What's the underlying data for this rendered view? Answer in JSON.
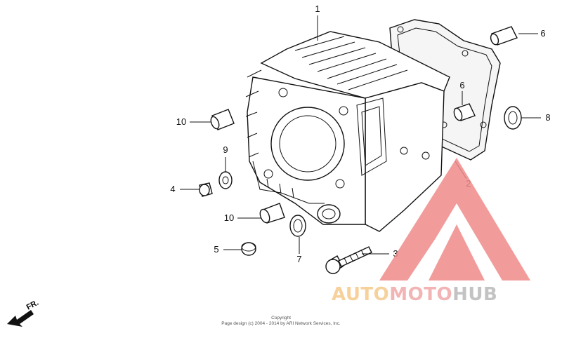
{
  "callouts": [
    {
      "id": "c1",
      "label": "1"
    },
    {
      "id": "c2",
      "label": "2"
    },
    {
      "id": "c3",
      "label": "3"
    },
    {
      "id": "c4",
      "label": "4"
    },
    {
      "id": "c5",
      "label": "5"
    },
    {
      "id": "c6a",
      "label": "6"
    },
    {
      "id": "c6b",
      "label": "6"
    },
    {
      "id": "c7",
      "label": "7"
    },
    {
      "id": "c8",
      "label": "8"
    },
    {
      "id": "c9",
      "label": "9"
    },
    {
      "id": "c10a",
      "label": "10"
    },
    {
      "id": "c10b",
      "label": "10"
    }
  ],
  "direction_label": "FR.",
  "watermark": {
    "part1": "AUTO",
    "part2": "MOTO",
    "part3": "HUB",
    "color_auto": "#f6c98a",
    "color_moto": "#f0a8a8",
    "color_hub": "#b9b9b9",
    "triangle_color": "#f08a8a"
  },
  "copyright": {
    "line1": "Copyright",
    "line2": "Page design (c) 2004 - 2014 by ARI Network Services, Inc."
  }
}
